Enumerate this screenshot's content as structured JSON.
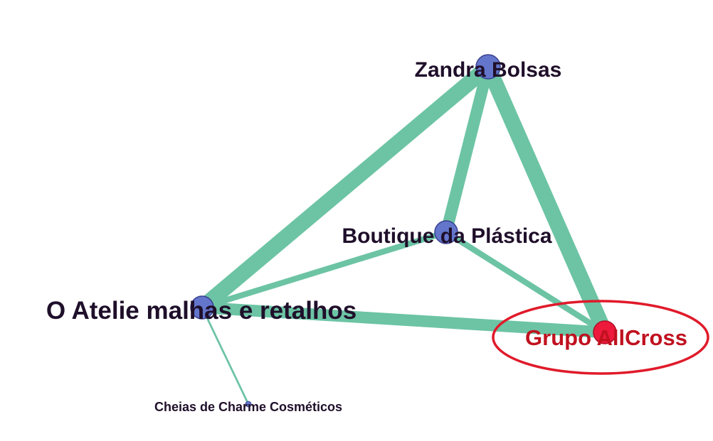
{
  "graph": {
    "colors": {
      "edge": "#6cc4a4",
      "node_fill": "#6376cc",
      "node_stroke": "#3a3f8f",
      "highlight_fill": "#ee1a3c",
      "highlight_stroke": "#b10f26",
      "label": "#1f0f2a",
      "highlight_label": "#c0111f",
      "annotation_ring": "#e01a2a"
    },
    "nodes": [
      {
        "id": "zandra",
        "label": "Zandra Bolsas",
        "highlight": false
      },
      {
        "id": "boutique",
        "label": "Boutique da Plástica",
        "highlight": false
      },
      {
        "id": "atelie",
        "label": "O Atelie  malhas e retalhos",
        "highlight": false
      },
      {
        "id": "allcross",
        "label": "Grupo AllCross",
        "highlight": true
      },
      {
        "id": "cheias",
        "label": "Cheias de Charme Cosméticos",
        "highlight": false
      }
    ],
    "edges": [
      {
        "source": "zandra",
        "target": "atelie",
        "weight": 4
      },
      {
        "source": "zandra",
        "target": "boutique",
        "weight": 3
      },
      {
        "source": "zandra",
        "target": "allcross",
        "weight": 4
      },
      {
        "source": "boutique",
        "target": "atelie",
        "weight": 1.5
      },
      {
        "source": "boutique",
        "target": "allcross",
        "weight": 1.5
      },
      {
        "source": "atelie",
        "target": "allcross",
        "weight": 3
      },
      {
        "source": "atelie",
        "target": "cheias",
        "weight": 0.5
      }
    ],
    "annotation": {
      "circled_node": "allcross"
    }
  }
}
